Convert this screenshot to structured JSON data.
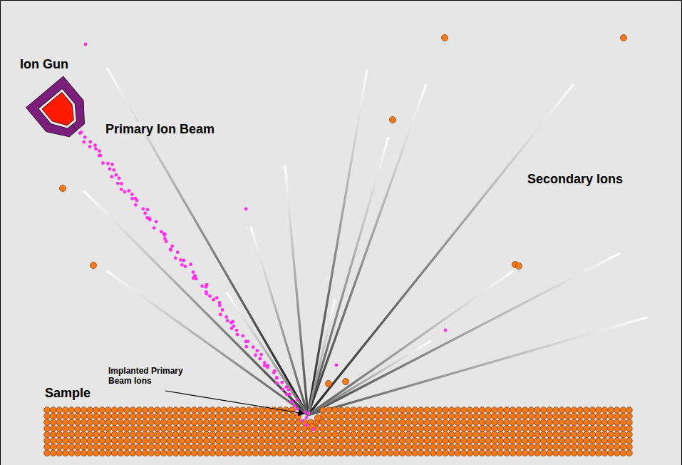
{
  "diagram": {
    "labels": [
      "Ion Gun",
      "Primary Ion Beam",
      "Secondary Ions",
      "Implanted Primary Beam Ions",
      "Sample"
    ]
  }
}
